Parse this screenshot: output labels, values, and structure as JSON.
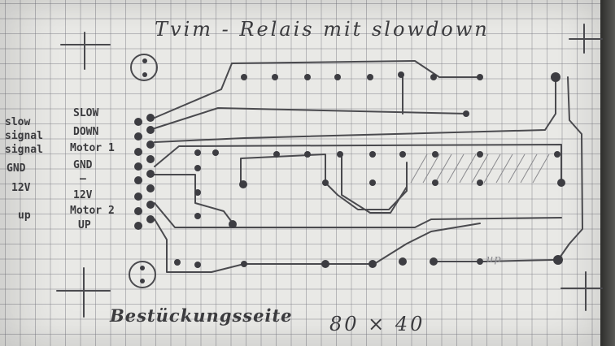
{
  "title": "Tvim - Relais mit slowdown",
  "left_labels": [
    "slow",
    "signal",
    "signal",
    "GND",
    "12V",
    "up"
  ],
  "pin_labels": [
    "SLOW",
    "DOWN",
    "Motor 1",
    "GND",
    "12V",
    "Motor 2",
    "UP"
  ],
  "pin_label_12v_bar": "—",
  "footer_left": "Bestückungsseite",
  "footer_right": "80 × 40",
  "trace_note": "up",
  "colors": {
    "pencil": "#3b3b3e",
    "paper": "#e9e9e6"
  }
}
